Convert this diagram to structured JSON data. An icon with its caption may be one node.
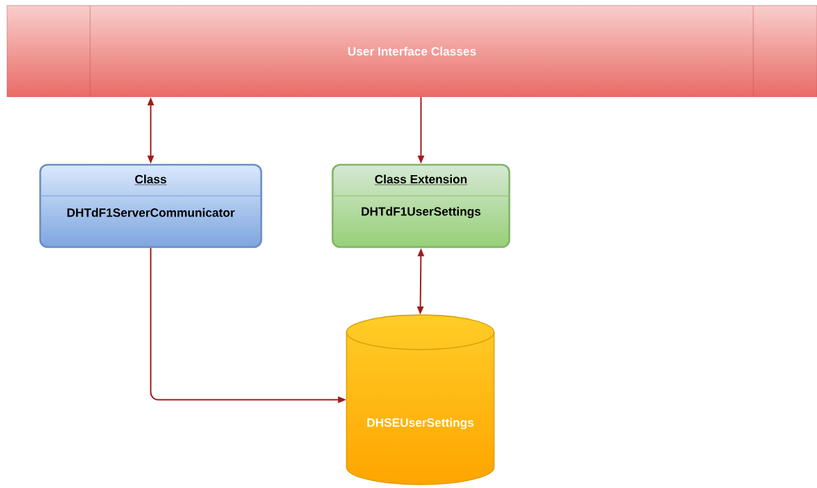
{
  "diagram": {
    "nodes": [
      {
        "text": [
          "User Interface Classes"
        ]
      },
      {
        "text": [
          "Class",
          "DHTdF1ServerCommunicator"
        ]
      },
      {
        "text": [
          "Class Extension",
          "DHTdF1UserSettings"
        ]
      },
      {
        "text": [
          "DHSEUserSettings"
        ]
      }
    ],
    "edges": [
      {
        "from": 1,
        "to": 0,
        "arrow": "both"
      },
      {
        "from": 0,
        "to": 2,
        "arrow": "to"
      },
      {
        "from": 2,
        "to": 3,
        "arrow": "both"
      },
      {
        "from": 1,
        "to": 3,
        "arrow": "to"
      }
    ]
  }
}
